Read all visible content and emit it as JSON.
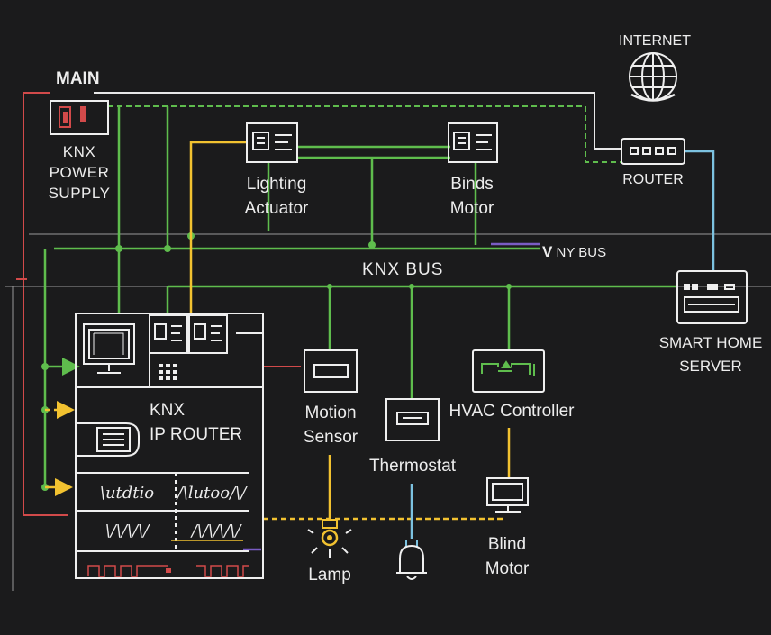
{
  "colors": {
    "background": "#1b1b1c",
    "bus_green": "#5fbd4d",
    "signal_yellow": "#f2c230",
    "network_blue": "#7cc2e0",
    "power_red": "#d24a4a",
    "device_stroke": "#efefef"
  },
  "labels": {
    "main": "MAIN",
    "power_supply": [
      "KNX",
      "POWER",
      "SUPPLY"
    ],
    "lighting_actuator": [
      "Lighting",
      "Actuator"
    ],
    "binds_motor": [
      "Binds",
      "Motor"
    ],
    "internet": "INTERNET",
    "router": "ROUTER",
    "v_ny_bus_prefix": "V",
    "v_ny_bus_rest": " NY BUS",
    "knx_bus": "KNX BUS",
    "smart_home_server": [
      "SMART HOME",
      "SERVER"
    ],
    "ip_router": [
      "KNX",
      "IP ROUTER"
    ],
    "motion_sensor": [
      "Motion",
      "Sensor"
    ],
    "thermostat": "Thermostat",
    "hvac_controller": "HVAC Controller",
    "blind_motor": [
      "Blind",
      "Motor"
    ],
    "lamp": "Lamp",
    "waveforms": [
      "\\utdtio",
      "/\\lutoo/\\/",
      "\\/\\/\\/\\/",
      "/\\/\\/\\/\\/"
    ]
  },
  "icons": {
    "internet": "globe-icon",
    "router": "router-icon",
    "server": "server-icon",
    "power_supply": "power-supply-icon",
    "actuator": "din-module-icon",
    "monitor": "monitor-icon",
    "keypad": "keypad-icon",
    "document": "document-icon",
    "motion_sensor": "motion-sensor-icon",
    "thermostat": "thermostat-icon",
    "hvac": "hvac-controller-icon",
    "blind_motor": "blind-motor-icon",
    "lamp": "lamp-icon",
    "bell": "bell-icon"
  }
}
